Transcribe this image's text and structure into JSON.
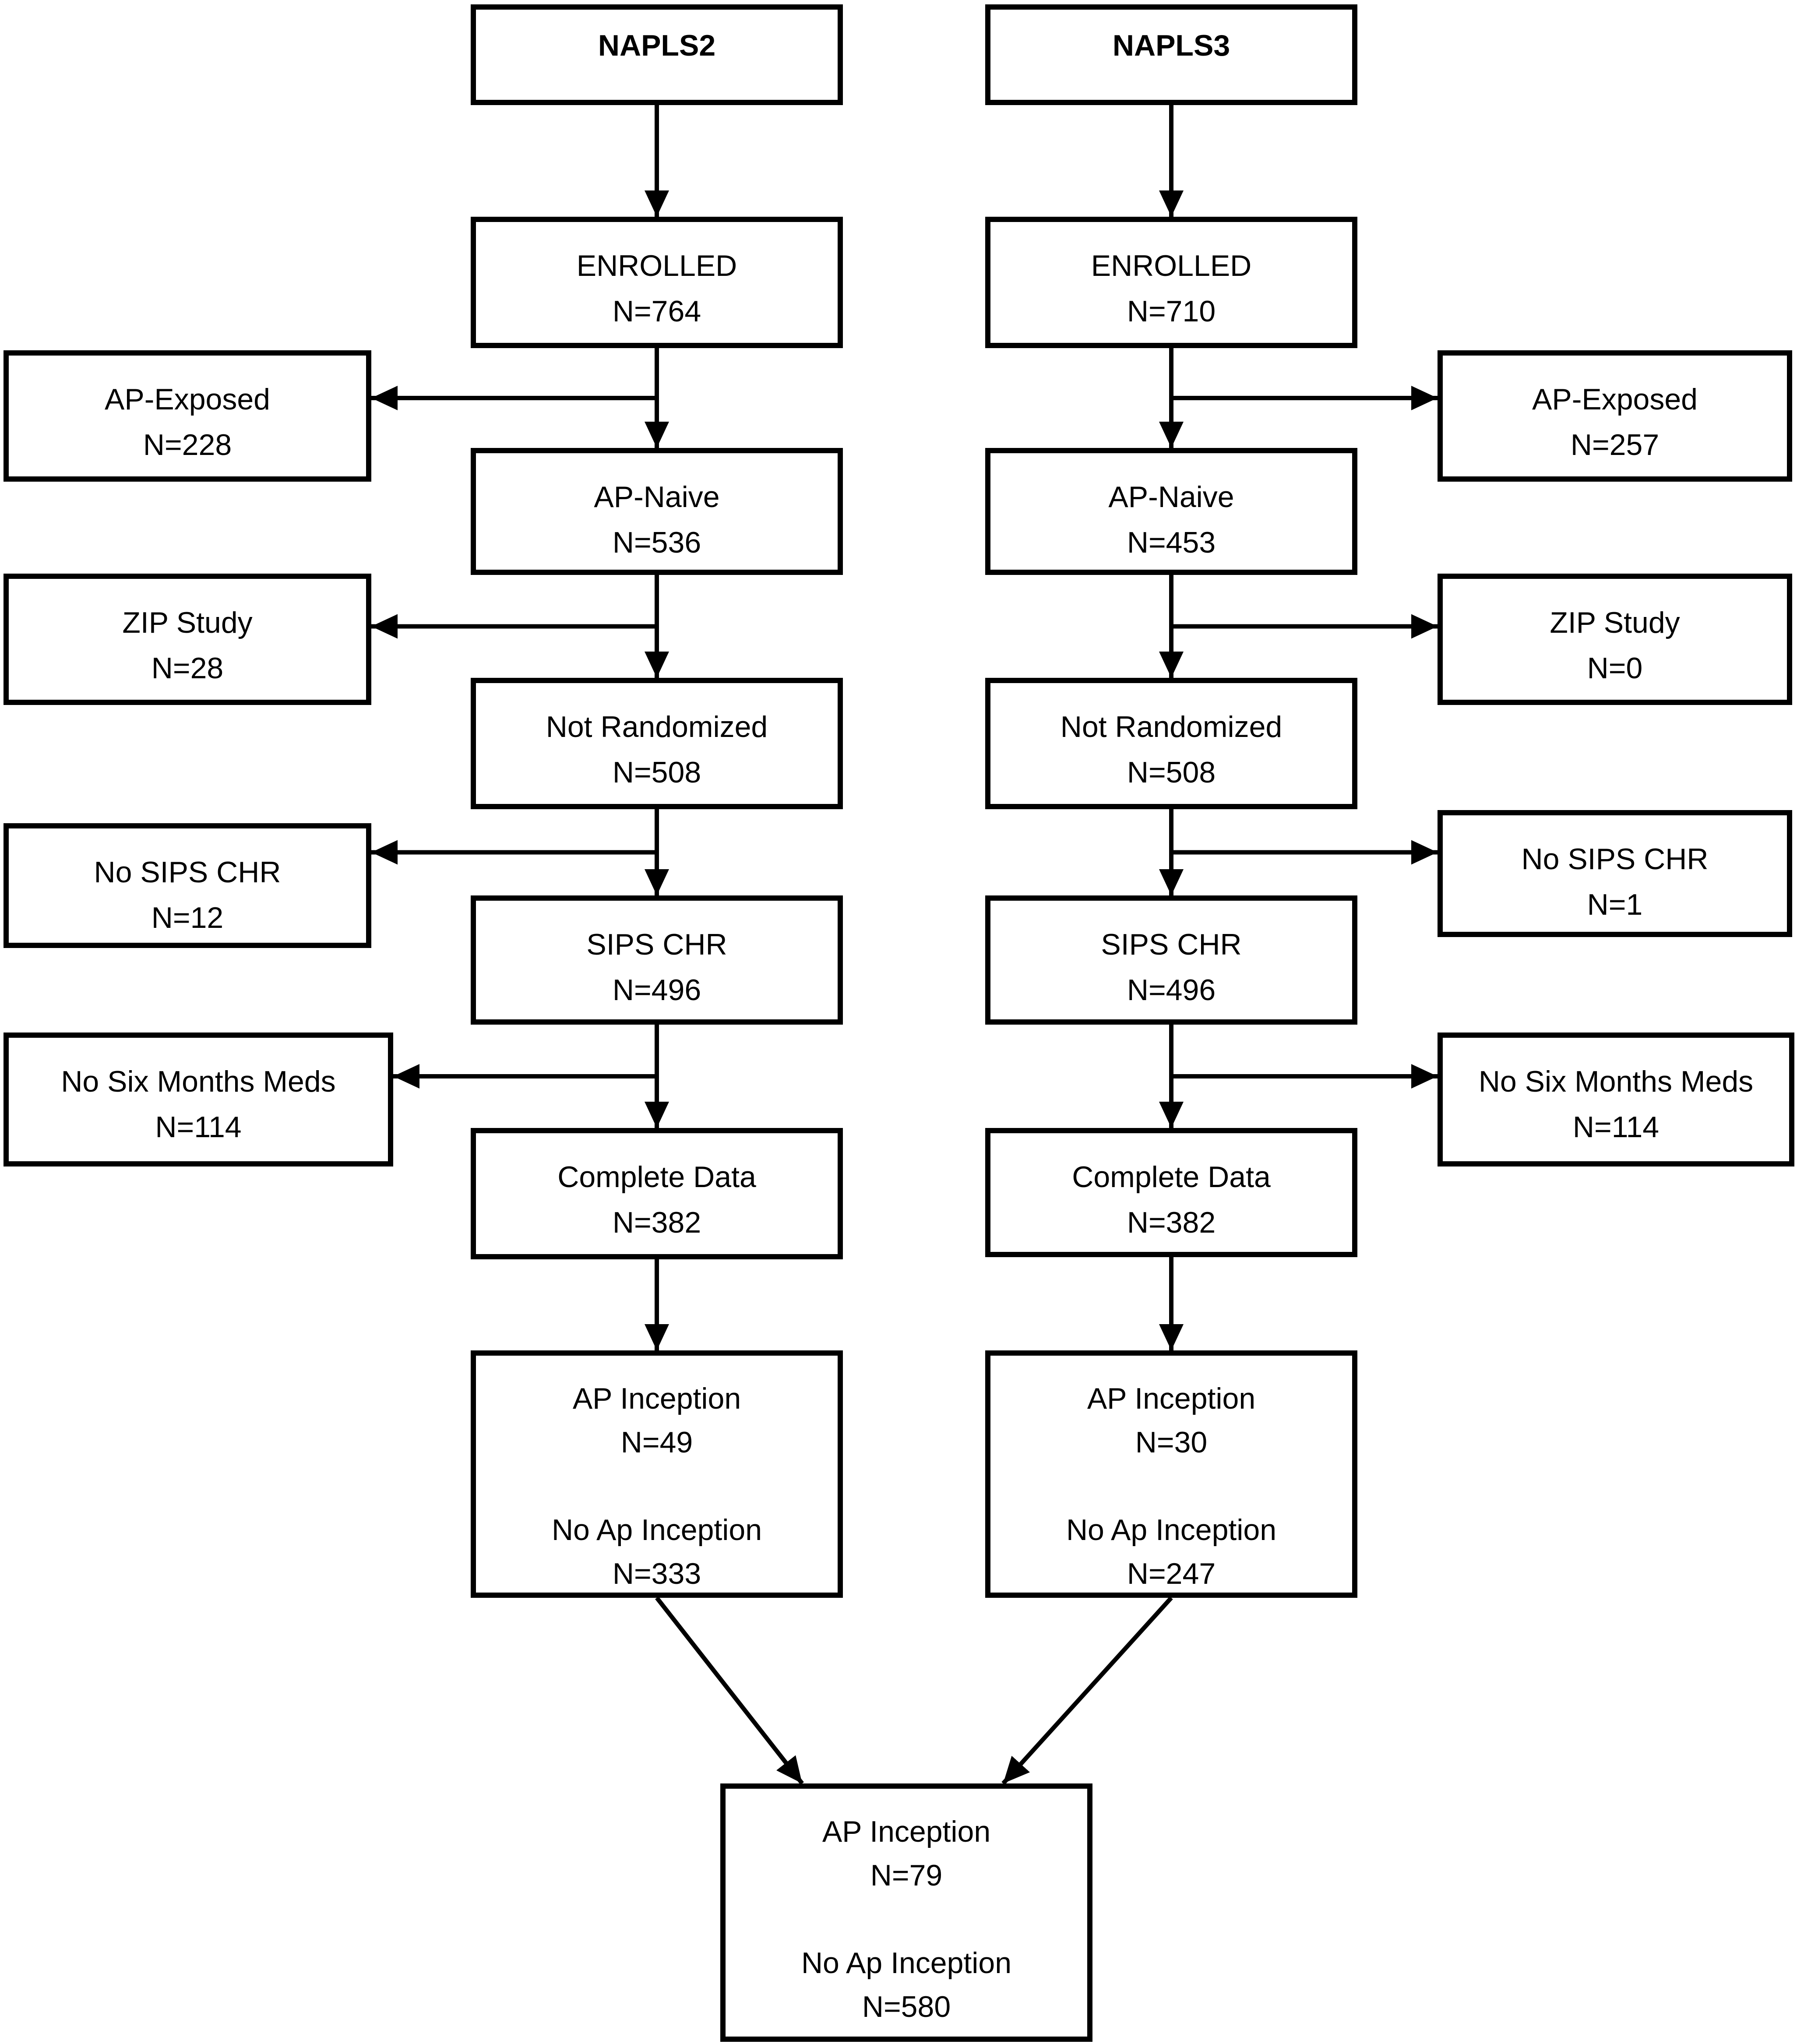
{
  "figure": {
    "colors": {
      "background": "#ffffff",
      "box_fill": "#ffffff",
      "box_border": "#000000",
      "text": "#000000",
      "line": "#000000"
    },
    "columns": {
      "left_title": "NAPLS2",
      "right_title": "NAPLS3"
    }
  },
  "nodes": {
    "napls2_title": {
      "label": "NAPLS2"
    },
    "napls3_title": {
      "label": "NAPLS3"
    },
    "enrolled_napls2": {
      "label": "ENROLLED",
      "n": "N=764"
    },
    "enrolled_napls3": {
      "label": "ENROLLED",
      "n": "N=710"
    },
    "ap_exposed_napls2": {
      "label": "AP-Exposed",
      "n": "N=228"
    },
    "ap_exposed_napls3": {
      "label": "AP-Exposed",
      "n": "N=257"
    },
    "ap_naive_napls2": {
      "label": "AP-Naive",
      "n": "N=536"
    },
    "ap_naive_napls3": {
      "label": "AP-Naive",
      "n": "N=453"
    },
    "zip_study_napls2": {
      "label": "ZIP Study",
      "n": "N=28"
    },
    "zip_study_napls3": {
      "label": "ZIP Study",
      "n": "N=0"
    },
    "not_randomized_napls2": {
      "label": "Not Randomized",
      "n": "N=508"
    },
    "not_randomized_napls3": {
      "label": "Not Randomized",
      "n": "N=508"
    },
    "no_sips_chr_napls2": {
      "label": "No SIPS CHR",
      "n": "N=12"
    },
    "no_sips_chr_napls3": {
      "label": "No SIPS CHR",
      "n": "N=1"
    },
    "sips_chr_napls2": {
      "label": "SIPS CHR",
      "n": "N=496"
    },
    "sips_chr_napls3": {
      "label": "SIPS CHR",
      "n": "N=496"
    },
    "no_six_months_meds_napls2": {
      "label": "No Six Months Meds",
      "n": "N=114"
    },
    "no_six_months_meds_napls3": {
      "label": "No Six Months Meds",
      "n": "N=114"
    },
    "complete_data_napls2": {
      "label": "Complete Data",
      "n": "N=382"
    },
    "complete_data_napls3": {
      "label": "Complete Data",
      "n": "N=382"
    },
    "ap_inception_napls2": {
      "label1": "AP Inception",
      "n1": "N=49",
      "label2": "No Ap Inception",
      "n2": "N=333"
    },
    "ap_inception_napls3": {
      "label1": "AP Inception",
      "n1": "N=30",
      "label2": "No Ap Inception",
      "n2": "N=247"
    },
    "final_ap_inception": {
      "label1": "AP Inception",
      "n1": "N=79",
      "label2": "No Ap Inception",
      "n2": "N=580"
    }
  },
  "edges": [
    {
      "from": "napls2-title",
      "to": "enrolled-napls2",
      "type": "down"
    },
    {
      "from": "napls3-title",
      "to": "enrolled-napls3",
      "type": "down"
    },
    {
      "from": "enrolled-napls2",
      "to": "ap-naive-napls2",
      "type": "down",
      "branch": "ap-exposed-napls2",
      "dir": "left"
    },
    {
      "from": "enrolled-napls3",
      "to": "ap-naive-napls3",
      "type": "down",
      "branch": "ap-exposed-napls3",
      "dir": "right"
    },
    {
      "from": "ap-naive-napls2",
      "to": "not-randomized-napls2",
      "type": "down",
      "branch": "zip-study-napls2",
      "dir": "left"
    },
    {
      "from": "ap-naive-napls3",
      "to": "not-randomized-napls3",
      "type": "down",
      "branch": "zip-study-napls3",
      "dir": "right"
    },
    {
      "from": "not-randomized-napls2",
      "to": "sips-chr-napls2",
      "type": "down",
      "branch": "no-sips-chr-napls2",
      "dir": "left"
    },
    {
      "from": "not-randomized-napls3",
      "to": "sips-chr-napls3",
      "type": "down",
      "branch": "no-sips-chr-napls3",
      "dir": "right"
    },
    {
      "from": "sips-chr-napls2",
      "to": "complete-data-napls2",
      "type": "down",
      "branch": "no-six-months-meds-napls2",
      "dir": "left"
    },
    {
      "from": "sips-chr-napls3",
      "to": "complete-data-napls3",
      "type": "down",
      "branch": "no-six-months-meds-napls3",
      "dir": "right"
    },
    {
      "from": "complete-data-napls2",
      "to": "ap-inception-napls2",
      "type": "down"
    },
    {
      "from": "complete-data-napls3",
      "to": "ap-inception-napls3",
      "type": "down"
    },
    {
      "from": "ap-inception-napls2",
      "to": "final-ap-inception",
      "type": "diagonal",
      "target_frac": 0.22
    },
    {
      "from": "ap-inception-napls3",
      "to": "final-ap-inception",
      "type": "diagonal",
      "target_frac": 0.76
    }
  ]
}
